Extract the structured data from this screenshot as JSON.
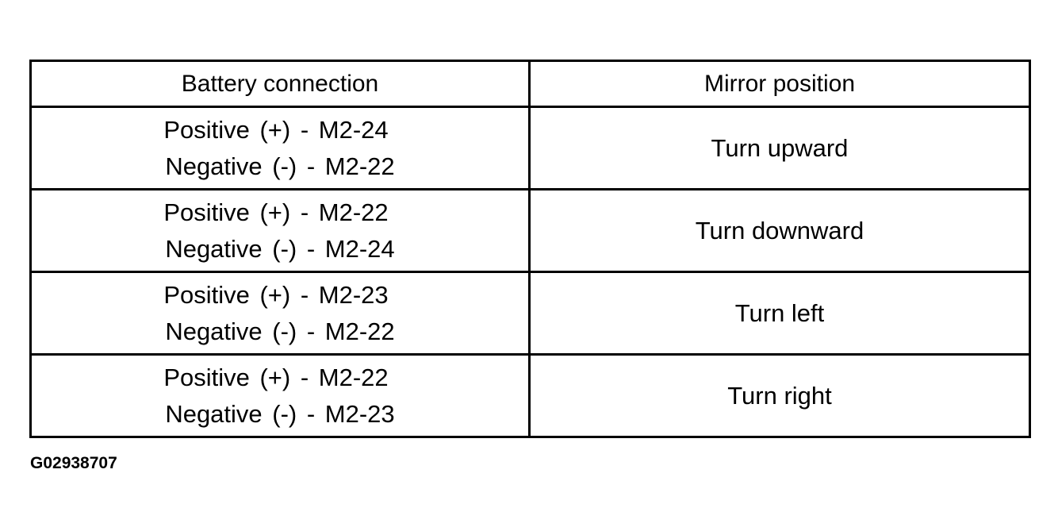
{
  "table": {
    "headers": [
      "Battery connection",
      "Mirror position"
    ],
    "rows": [
      {
        "positive": "Positive (+) - M2-24",
        "negative": "Negative (-) - M2-22",
        "position": "Turn upward"
      },
      {
        "positive": "Positive (+) - M2-22",
        "negative": "Negative (-) - M2-24",
        "position": "Turn downward"
      },
      {
        "positive": "Positive (+) - M2-23",
        "negative": "Negative (-) - M2-22",
        "position": "Turn left"
      },
      {
        "positive": "Positive (+) - M2-22",
        "negative": "Negative (-) - M2-23",
        "position": "Turn right"
      }
    ]
  },
  "figure_id": "G02938707"
}
